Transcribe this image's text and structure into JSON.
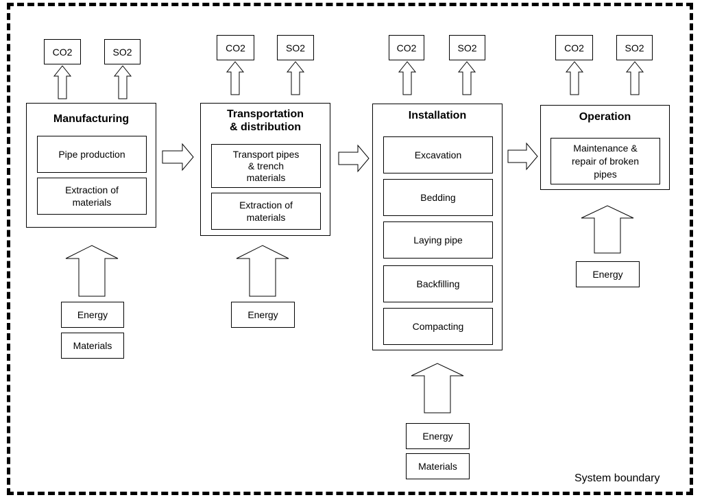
{
  "boundary_label": "System boundary",
  "emissions": {
    "co2": "CO2",
    "so2": "SO2"
  },
  "stages": [
    {
      "title_lines": [
        "Manufacturing"
      ],
      "steps": [
        [
          "Pipe production"
        ],
        [
          "Extraction of",
          "materials"
        ]
      ],
      "inputs": [
        "Energy",
        "Materials"
      ]
    },
    {
      "title_lines": [
        "Transportation",
        "& distribution"
      ],
      "steps": [
        [
          "Transport pipes",
          "& trench",
          "materials"
        ],
        [
          "Extraction of",
          "materials"
        ]
      ],
      "inputs": [
        "Energy"
      ]
    },
    {
      "title_lines": [
        "Installation"
      ],
      "steps": [
        [
          "Excavation"
        ],
        [
          "Bedding"
        ],
        [
          "Laying pipe"
        ],
        [
          "Backfilling"
        ],
        [
          "Compacting"
        ]
      ],
      "inputs": [
        "Energy",
        "Materials"
      ]
    },
    {
      "title_lines": [
        "Operation"
      ],
      "steps": [
        [
          "Maintenance &",
          "repair of broken",
          "pipes"
        ]
      ],
      "inputs": [
        "Energy"
      ]
    }
  ]
}
